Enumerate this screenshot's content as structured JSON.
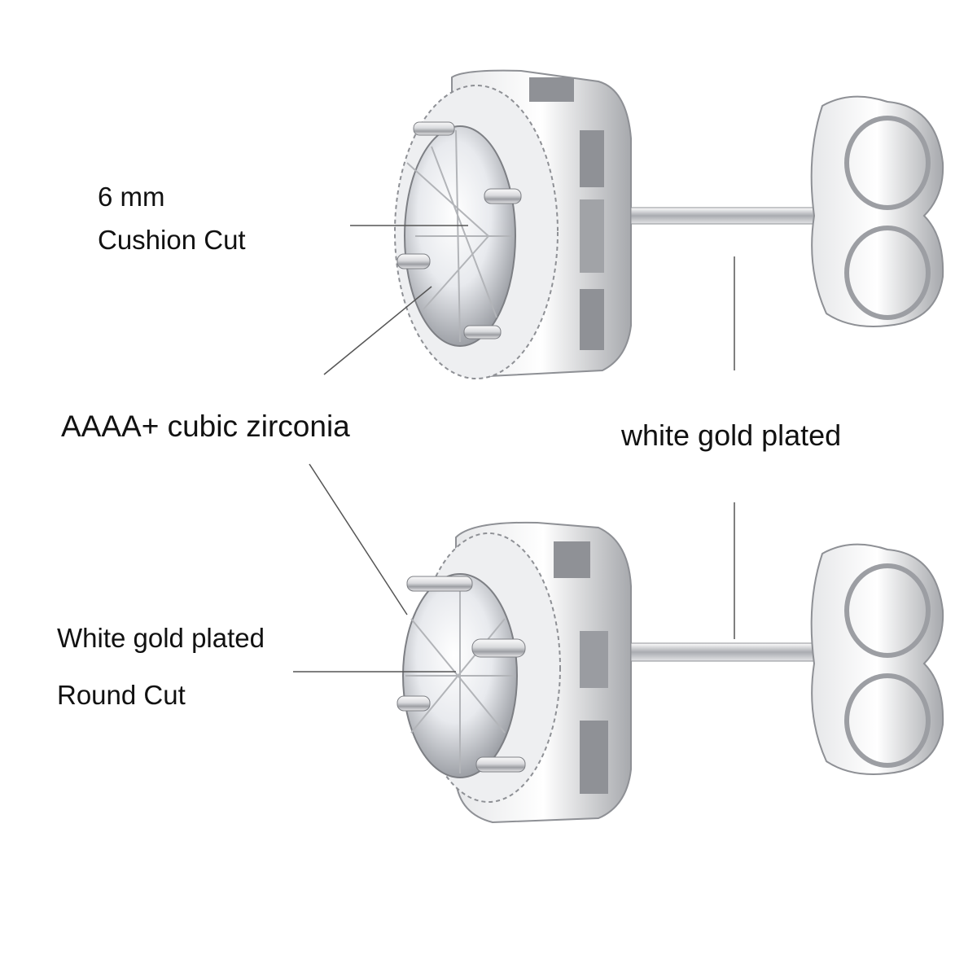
{
  "labels": {
    "stone_size": "6 mm",
    "cushion_cut": "Cushion Cut",
    "stone_grade": "AAAA+ cubic zirconia",
    "plating_top": "white gold plated",
    "plating_bottom": "White gold plated",
    "round_cut": "Round Cut"
  },
  "colors": {
    "background": "#ffffff",
    "text": "#111111",
    "leader_line": "#555555",
    "metal_light": "#f2f2f4",
    "metal_mid": "#c9cacd",
    "metal_dark": "#7d7f84"
  }
}
